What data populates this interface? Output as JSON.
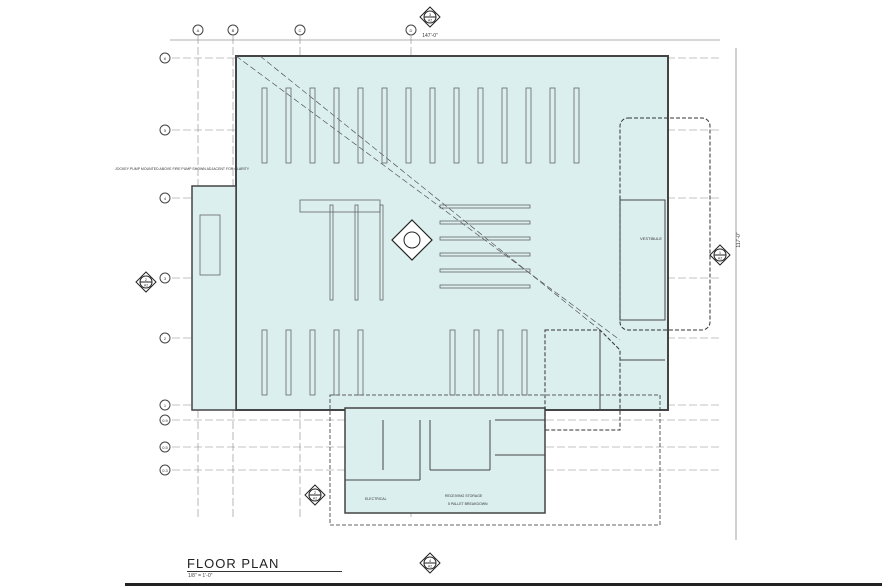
{
  "title": "FLOOR PLAN",
  "scale": "1/8\" = 1'-0\"",
  "dimensions": {
    "overall_width": "147'-0\"",
    "overall_depth": "117'-0\""
  },
  "grid_columns": [
    "A",
    "B",
    "C",
    "D"
  ],
  "grid_rows": [
    "6",
    "5",
    "4",
    "3",
    "2",
    "1",
    "0.9",
    "0.5",
    "0.3"
  ],
  "section_markers": [
    {
      "number": "3",
      "sheet": "A2"
    },
    {
      "number": "1",
      "sheet": "A2"
    },
    {
      "number": "2",
      "sheet": "A2"
    },
    {
      "number": "4",
      "sheet": "A2"
    },
    {
      "number": "2",
      "sheet": "A2"
    }
  ],
  "notes": {
    "jockey_pump": "JOCKEY PUMP MOUNTED ABOVE FIRE PUMP SHOWN ADJACENT FOR CLARITY",
    "vestibule": "VESTIBULE",
    "receiving": "RECEIVING STORAGE",
    "pallet": "5 PALLET BREAKDOWN",
    "electrical": "ELECTRICAL"
  },
  "colors": {
    "floor_fill": "#dcefef",
    "line": "#555555"
  }
}
